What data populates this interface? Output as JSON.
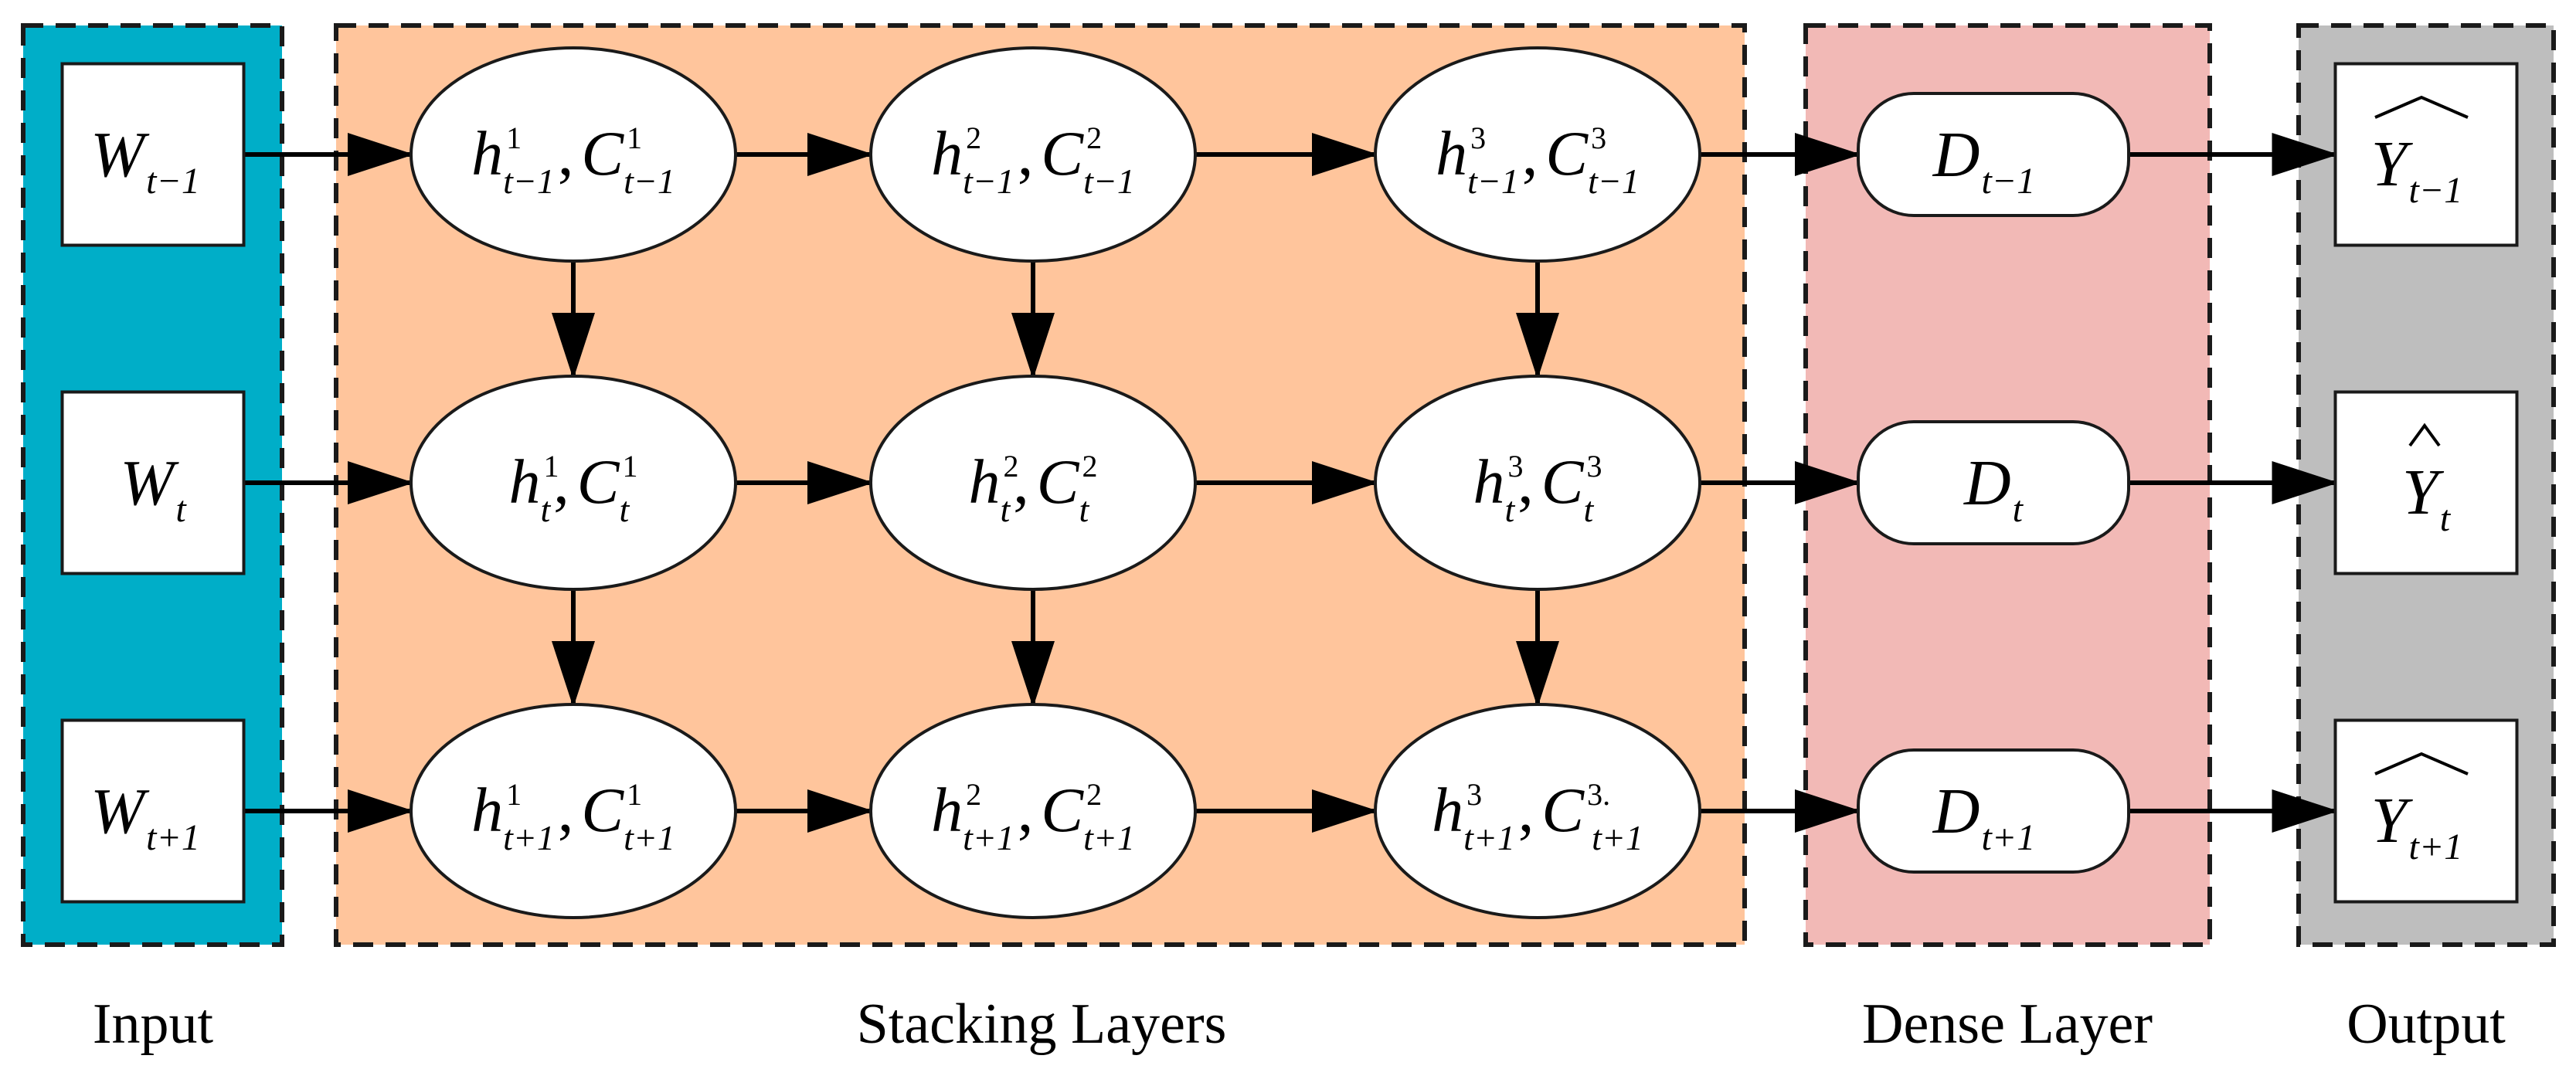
{
  "colors": {
    "input": "#00AEC8",
    "stacking": "#FFC59C",
    "dense": "#F2B9B6",
    "output": "#BEBEBE"
  },
  "regions": {
    "input": "Input",
    "stacking": "Stacking Layers",
    "dense": "Dense Layer",
    "output": "Output"
  },
  "inputs": [
    {
      "base": "W",
      "sub": "t−1"
    },
    {
      "base": "W",
      "sub": "t"
    },
    {
      "base": "W",
      "sub": "t+1"
    }
  ],
  "stacking_nodes": [
    [
      {
        "h_sup": "1",
        "h_sub": "t−1",
        "c_sup": "1",
        "c_sub": "t−1"
      },
      {
        "h_sup": "2",
        "h_sub": "t−1",
        "c_sup": "2",
        "c_sub": "t−1"
      },
      {
        "h_sup": "3",
        "h_sub": "t−1",
        "c_sup": "3",
        "c_sub": "t−1"
      }
    ],
    [
      {
        "h_sup": "1",
        "h_sub": "t",
        "c_sup": "1",
        "c_sub": "t"
      },
      {
        "h_sup": "2",
        "h_sub": "t",
        "c_sup": "2",
        "c_sub": "t"
      },
      {
        "h_sup": "3",
        "h_sub": "t",
        "c_sup": "3",
        "c_sub": "t"
      }
    ],
    [
      {
        "h_sup": "1",
        "h_sub": "t+1",
        "c_sup": "1",
        "c_sub": "t+1"
      },
      {
        "h_sup": "2",
        "h_sub": "t+1",
        "c_sup": "2",
        "c_sub": "t+1"
      },
      {
        "h_sup": "3",
        "h_sub": "t+1",
        "c_sup": "3.",
        "c_sub": "t+1"
      }
    ]
  ],
  "dense": [
    {
      "base": "D",
      "sub": "t−1"
    },
    {
      "base": "D",
      "sub": "t"
    },
    {
      "base": "D",
      "sub": "t+1"
    }
  ],
  "outputs": [
    {
      "base": "Y",
      "sub": "t−1",
      "hat": "wide"
    },
    {
      "base": "Y",
      "sub": "t",
      "hat": "narrow"
    },
    {
      "base": "Y",
      "sub": "t+1",
      "hat": "wide"
    }
  ]
}
